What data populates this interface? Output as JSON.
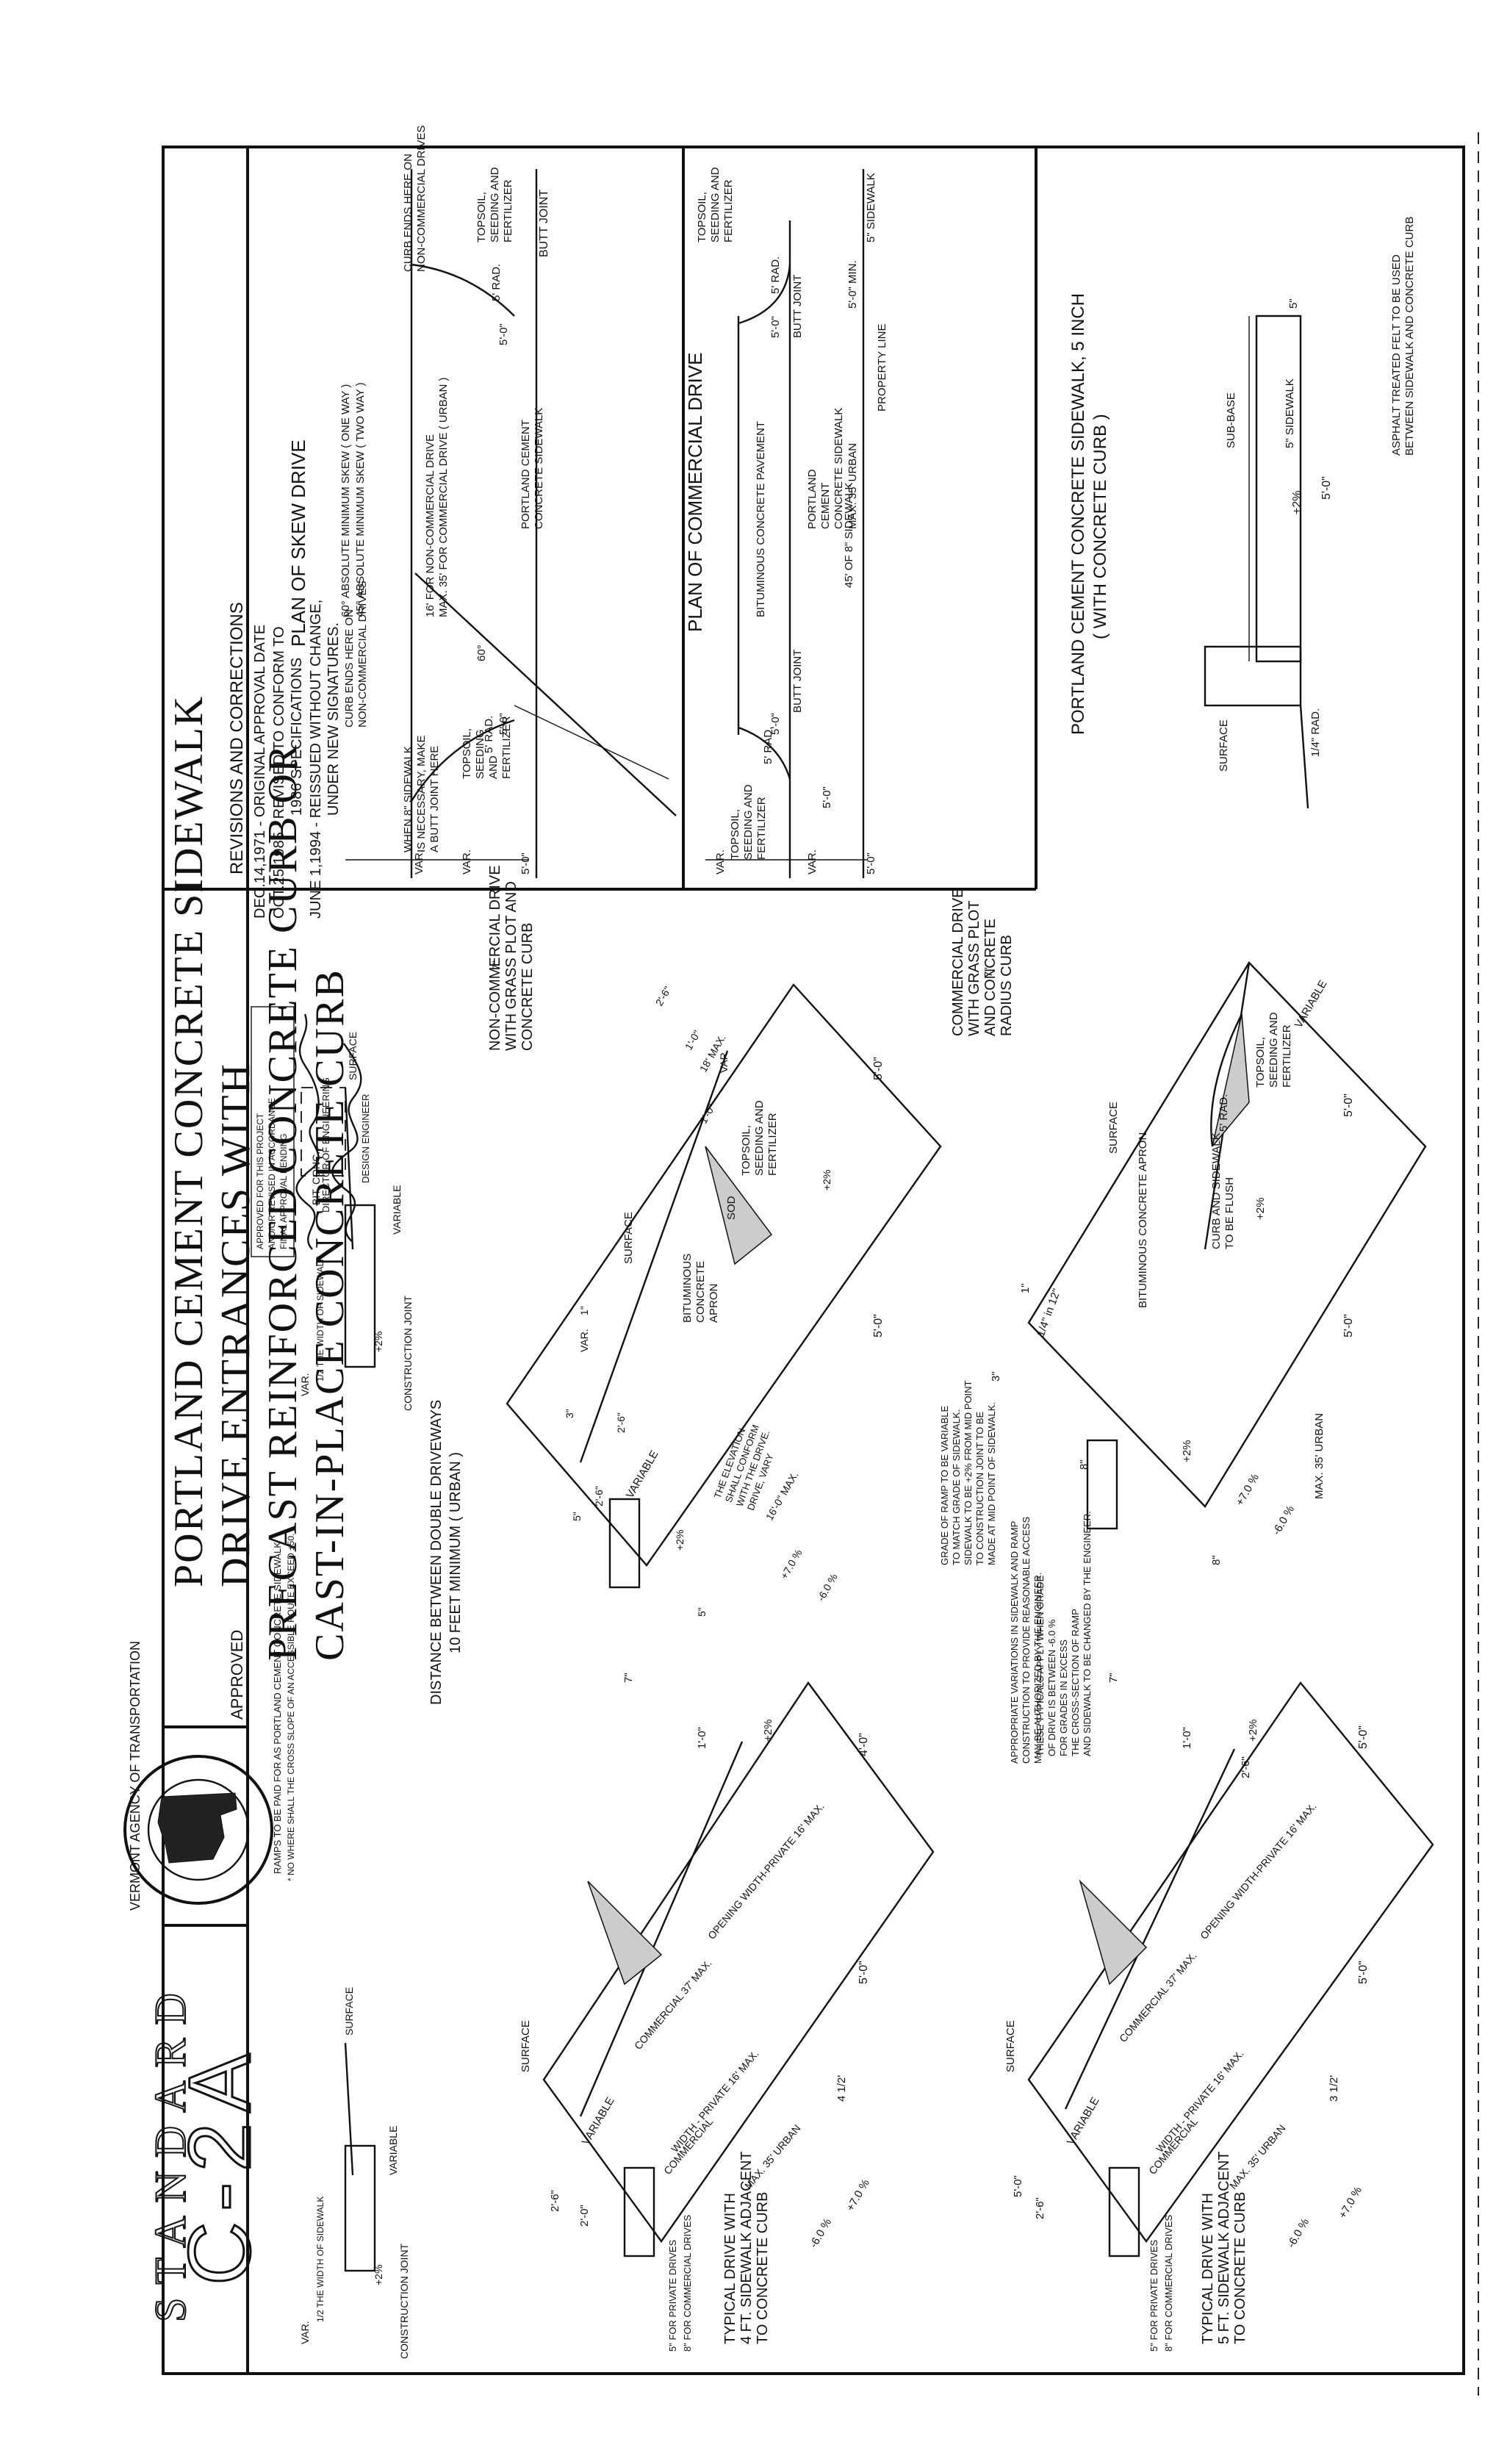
{
  "title_block": {
    "title_lines": [
      "PORTLAND CEMENT CONCRETE SIDEWALK",
      "DRIVE ENTRANCES WITH",
      "PRECAST REINFORCED CONCRETE CURB OR",
      "CAST-IN-PLACE CONCRETE CURB"
    ],
    "standard_label": "STANDARD",
    "standard_number": "C-2A",
    "seal_text": "VERMONT AGENCY OF TRANSPORTATION",
    "approved_label": "APPROVED",
    "approval_stamp": [
      "APPROVED FOR THIS PROJECT",
      "AND/OR REVISED IN ACCORDANCE",
      "FINAL APPROVAL PENDING"
    ],
    "sig_title_1": "DIRECTOR OF ENGINEERING",
    "sig_title_2": "DESIGN ENGINEER"
  },
  "revisions": {
    "heading": "REVISIONS AND CORRECTIONS",
    "lines": [
      "DEC.14,1971 - ORIGINAL APPROVAL DATE",
      "OCT.25,1985 - REVISED TO CONFORM TO",
      "1986 SPECIFICATIONS",
      "JUNE 1,1994 - REISSUED WITHOUT CHANGE,",
      "UNDER NEW SIGNATURES."
    ]
  },
  "plan_views": {
    "section_title": [
      "PORTLAND CEMENT CONCRETE SIDEWALK, 5 INCH",
      "( WITH CONCRETE CURB )"
    ],
    "section_labels": {
      "felt_note": [
        "ASPHALT TREATED FELT TO BE USED",
        "BETWEEN SIDEWALK AND CONCRETE CURB"
      ],
      "width": "5'-0\"",
      "slope": "+2%",
      "sidewalk": "5\" SIDEWALK",
      "subbase": "SUB-BASE",
      "surface": "SURFACE",
      "radius": "1/4\" RAD.",
      "five": "5\""
    },
    "commercial": {
      "title": "PLAN OF COMMERCIAL DRIVE",
      "sidewalk_5": "5\" SIDEWALK",
      "property_line": "PROPERTY LINE",
      "dim_5_min": "5'-0\" MIN.",
      "butt_joint": "BUTT JOINT",
      "butt_joint_2": "BUTT JOINT",
      "topsoil": [
        "TOPSOIL,",
        "SEEDING AND",
        "FERTILIZER"
      ],
      "topsoil_2": [
        "TOPSOIL,",
        "SEEDING AND",
        "FERTILIZER"
      ],
      "rad_5": "5' RAD.",
      "rad_5b": "5' RAD.",
      "dim_5": "5'-0\"",
      "dim_5b": "5'-0\"",
      "dim_5c": "5'-0\"",
      "dim_5d": "5'-0\"",
      "sidewalk_8": "45' OF 8\" SIDEWALK",
      "pcc_sidewalk": [
        "PORTLAND",
        "CEMENT",
        "CONCRETE SIDEWALK"
      ],
      "max_35": "MAX. 35' URBAN",
      "bit_pavement": "BITUMINOUS CONCRETE PAVEMENT",
      "var": "VAR.",
      "var2": "VAR."
    },
    "skew": {
      "title": "PLAN OF SKEW DRIVE",
      "butt_joint": "BUTT JOINT",
      "topsoil": [
        "TOPSOIL,",
        "SEEDING AND",
        "FERTILIZER"
      ],
      "topsoil_2": [
        "TOPSOIL,",
        "SEEDING",
        "AND",
        "FERTILIZER"
      ],
      "curb_ends_1": [
        "CURB ENDS HERE ON",
        "NON-COMMERCIAL DRIVES"
      ],
      "curb_ends_2": [
        "CURB ENDS HERE ON",
        "NON-COMMERCIAL DRIVES"
      ],
      "rad_5": "5' RAD.",
      "rad_5b": "5' RAD.",
      "dim_5": "5'-0\"",
      "dim_5b": "5'-0\"",
      "dim_5c": "5'-0\"",
      "pcc_sidewalk": [
        "PORTLAND CEMENT",
        "CONCRETE SIDEWALK"
      ],
      "width_note": [
        "16' FOR NON-COMMERCIAL DRIVE",
        "MAX. 35' FOR COMMERCIAL DRIVE ( URBAN )"
      ],
      "skew_note_1": "60° ABSOLUTE MINIMUM SKEW ( ONE WAY )",
      "skew_note_2": "45° ABSOLUTE MINIMUM SKEW ( TWO WAY )",
      "angle": "60°",
      "butt_note": [
        "WHEN 8\" SIDEWALK",
        "IS NECESSARY, MAKE",
        "A BUTT JOINT HERE"
      ],
      "var": "VAR.",
      "var2": "VAR."
    }
  },
  "perspectives": {
    "comm_radius": {
      "title": [
        "COMMERCIAL DRIVE",
        "WITH GRASS PLOT",
        "AND CONCRETE",
        "RADIUS CURB"
      ],
      "variable": "VARIABLE",
      "topsoil": [
        "TOPSOIL,",
        "SEEDING AND",
        "FERTILIZER"
      ],
      "rad": "5' RAD.",
      "flush": [
        "CURB AND SIDEWALK",
        "TO BE FLUSH"
      ],
      "apron": "BITUMINOUS CONCRETE APRON",
      "surface": "SURFACE",
      "dim_7": "7\"",
      "dim_1": "1\"",
      "dim_3": "3\"",
      "dim_8": "8\"",
      "dim_8b": "8\"",
      "dim_5a": "5'-0\"",
      "dim_5b": "5'-0\"",
      "slope_2": "+2%",
      "slope_2b": "+2%",
      "slope_pos": "+7.0 %",
      "slope_neg": "-6.0 %",
      "slope_14": "1/4\" in 12\"",
      "max_35": "MAX. 35' URBAN",
      "grade_note": [
        "GRADE OF RAMP TO BE VARIABLE",
        "TO MATCH GRADE OF SIDEWALK.",
        "SIDEWALK TO BE +2% FROM MID POINT",
        "TO CONSTRUCTION JOINT TO BE",
        "MADE AT MID POINT OF SIDEWALK."
      ]
    },
    "notes": {
      "typicals": [
        "THESE TYPICALS APPLY WHEN GRADE",
        "OF DRIVE IS BETWEEN -6.0 %",
        "FOR GRADES IN EXCESS",
        "THE CROSS-SECTION OF RAMP",
        "AND SIDEWALK TO BE CHANGED BY THE ENGINEER."
      ],
      "variations": [
        "APPROPRIATE VARIATIONS IN SIDEWALK AND RAMP",
        "CONSTRUCTION TO PROVIDE REASONABLE ACCESS",
        "MAY BE AUTHORIZED BY THE ENGINEER."
      ],
      "distance": [
        "DISTANCE BETWEEN DOUBLE DRIVEWAYS",
        "10 FEET MINIMUM ( URBAN )"
      ],
      "ramps": "RAMPS TO BE PAID FOR AS PORTLAND CEMENT CONCRETE SIDEWALK",
      "cross_slope": "* NO WHERE SHALL THE CROSS SLOPE OF AN ACCESSIBLE ROUTE EXCEED ±50."
    },
    "typ5": {
      "title": [
        "TYPICAL DRIVE WITH",
        "5 FT. SIDEWALK ADJACENT",
        "TO CONCRETE CURB"
      ],
      "opening": "OPENING WIDTH-PRIVATE 16' MAX.",
      "commercial": "COMMERCIAL 37' MAX.",
      "width_label": "WIDTH - PRIVATE 16' MAX.",
      "commercial2": "COMMERCIAL",
      "max_35": "MAX. 35' URBAN",
      "variable": "VARIABLE",
      "surface": "SURFACE",
      "private": "5\" FOR PRIVATE DRIVES",
      "comm_drv": "8\" FOR COMMERCIAL DRIVES",
      "slope_pos": "+7.0 %",
      "slope_neg": "-6.0 %",
      "slope_2": "+2%",
      "dim_5a": "5'-0\"",
      "dim_5b": "5'-0\"",
      "dim_5c": "5'-0\"",
      "dim_half": "3 1/2'",
      "dim_26": "2'-6\"",
      "dim_26b": "2'-6\"",
      "dim_10": "1'-0\"",
      "dim_7": "7\""
    },
    "noncomm": {
      "title": [
        "NON-COMMERCIAL DRIVE",
        "WITH GRASS PLOT AND",
        "CONCRETE CURB"
      ],
      "topsoil": [
        "TOPSOIL,",
        "SEEDING AND",
        "FERTILIZER"
      ],
      "sod": "SOD",
      "apron": [
        "BITUMINOUS",
        "CONCRETE",
        "APRON"
      ],
      "surface": "SURFACE",
      "variable": "VARIABLE",
      "elevation": [
        "THE ELEVATION",
        "SHALL CONFORM",
        "WITH THE DRIVE.",
        "DRIVE, VARY"
      ],
      "max_18": "18' MAX.",
      "var": "VAR.",
      "var2": "VAR.",
      "dim_26": "2'-6\"",
      "dim_26b": "2'-6\"",
      "dim_26c": "2'-6\"",
      "dim_10": "1'-0\"",
      "dim_10b": "1'-0\"",
      "dim_5a": "5'-0\"",
      "dim_5b": "5'-0\"",
      "dim_5c": "5\"",
      "dim_5d": "5\"",
      "dim_3": "3\"",
      "dim_1": "1\"",
      "dim_7": "7\"",
      "max_16": "16'-0\" MAX.",
      "slope_2": "+2%",
      "slope_2b": "+2%",
      "slope_pos": "+7.0 %",
      "slope_neg": "-6.0 %"
    },
    "typ4": {
      "title": [
        "TYPICAL DRIVE WITH",
        "4 FT. SIDEWALK ADJACENT",
        "TO CONCRETE CURB"
      ],
      "opening": "OPENING WIDTH-PRIVATE 16' MAX.",
      "commercial": "COMMERCIAL 37' MAX.",
      "width_label": "WIDTH - PRIVATE 16' MAX.",
      "commercial2": "COMMERCIAL",
      "max_35": "MAX. 35' URBAN",
      "variable": "VARIABLE",
      "surface": "SURFACE",
      "private": "5\" FOR PRIVATE DRIVES",
      "comm_drv": "8\" FOR COMMERCIAL DRIVES",
      "slope_pos": "+7.0 %",
      "slope_neg": "-6.0 %",
      "slope_2": "+2%",
      "dim_4": "4'-0\"",
      "dim_5": "5'-0\"",
      "dim_half": "4 1/2'",
      "dim_26": "2'-6\"",
      "dim_20": "2'-0\"",
      "dim_10": "1'-0\"",
      "dim_7": "7\""
    },
    "small_sections": {
      "left": {
        "surface": "SURFACE",
        "bit": "BIT. CONC.",
        "variable": "VARIABLE",
        "joint": "CONSTRUCTION JOINT",
        "slope": "+2%",
        "half": "1/2 THE WIDTH OF SIDEWALK",
        "var": "VAR."
      },
      "right": {
        "surface": "SURFACE",
        "variable": "VARIABLE",
        "joint": "CONSTRUCTION JOINT",
        "slope": "+2%",
        "half": "1/2 THE WIDTH OF SIDEWALK",
        "var": "VAR."
      }
    }
  }
}
